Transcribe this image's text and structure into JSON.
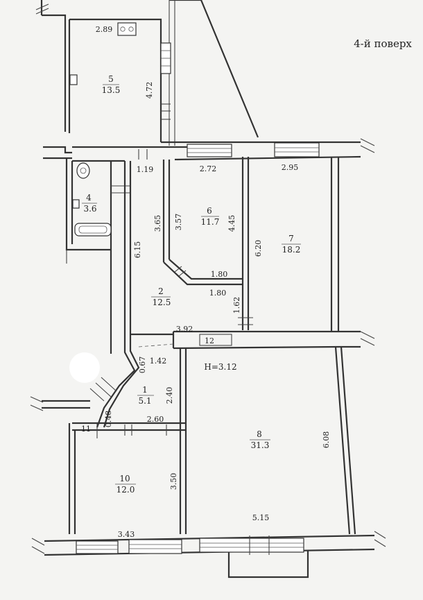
{
  "floor_label": "4-й поверх",
  "height_label": "H=3.12",
  "rooms": [
    {
      "id": "5",
      "number": "5",
      "area": "13.5"
    },
    {
      "id": "4",
      "number": "4",
      "area": "3.6"
    },
    {
      "id": "6",
      "number": "6",
      "area": "11.7"
    },
    {
      "id": "7",
      "number": "7",
      "area": "18.2"
    },
    {
      "id": "2",
      "number": "2",
      "area": "12.5"
    },
    {
      "id": "1",
      "number": "1",
      "area": "5.1"
    },
    {
      "id": "8",
      "number": "8",
      "area": "31.3"
    },
    {
      "id": "10",
      "number": "10",
      "area": "12.0"
    }
  ],
  "tags": {
    "room_11": "11",
    "room_12": "12"
  },
  "dimensions": {
    "d_289": "2.89",
    "d_472": "4.72",
    "d_119": "1.19",
    "d_272": "2.72",
    "d_295": "2.95",
    "d_365": "3.65",
    "d_357": "3.57",
    "d_445": "4.45",
    "d_620": "6.20",
    "d_615": "6.15",
    "d_180a": "1.80",
    "d_180b": "1.80",
    "d_162": "1.62",
    "d_392": "3.92",
    "d_067": "0.67",
    "d_142": "1.42",
    "d_240": "2.40",
    "d_048": "0.48",
    "d_260": "2.60",
    "d_350": "3.50",
    "d_608": "6.08",
    "d_343": "3.43",
    "d_515": "5.15"
  }
}
